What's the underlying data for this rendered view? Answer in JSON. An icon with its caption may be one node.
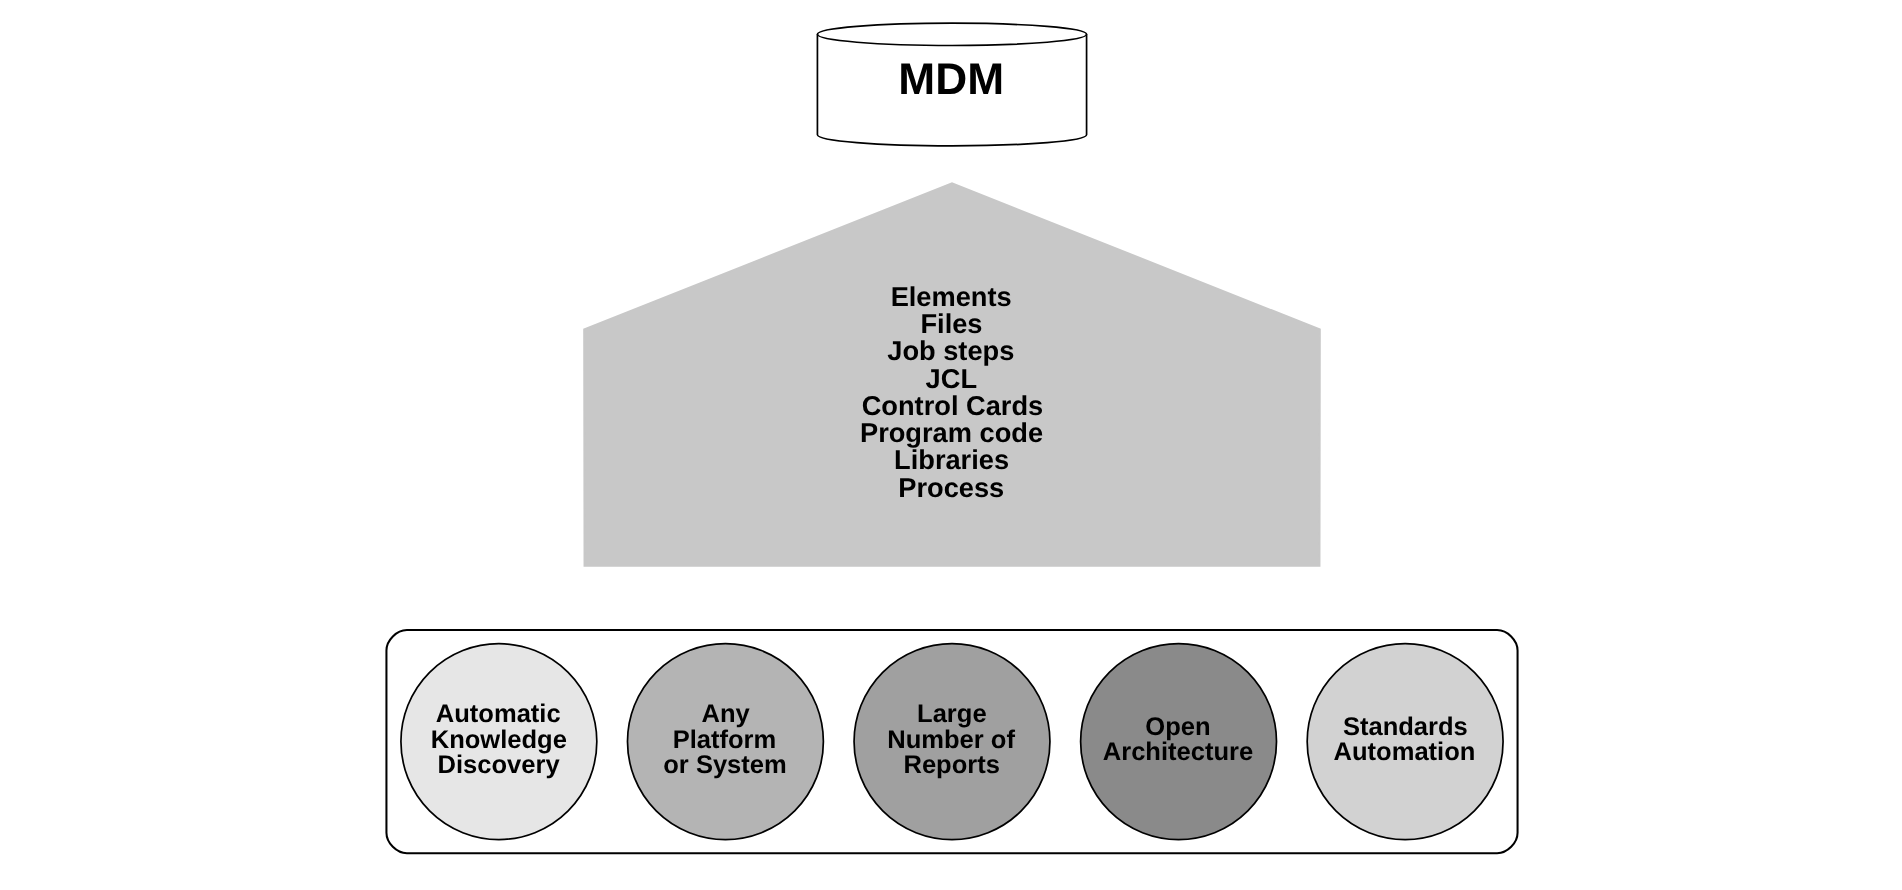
{
  "diagram": {
    "nodes": [
      {
        "text": [
          "MDM"
        ]
      },
      {
        "text": [
          "Elements",
          "Files",
          "Job steps",
          "JCL",
          "Control Cards",
          "Program code",
          "Libraries",
          "Process"
        ]
      },
      {
        "text": [],
        "shape": "cylinder"
      },
      {
        "text": [
          "Automatic Knowledge Discovery"
        ],
        "in": 2
      },
      {
        "text": [
          "Any Platform or System"
        ],
        "in": 2
      },
      {
        "text": [
          "Large Number of Reports"
        ],
        "in": 2
      },
      {
        "text": [
          "Open Architecture"
        ],
        "in": 2
      },
      {
        "text": [
          "Standards Automation"
        ],
        "in": 2
      }
    ],
    "edges": []
  }
}
